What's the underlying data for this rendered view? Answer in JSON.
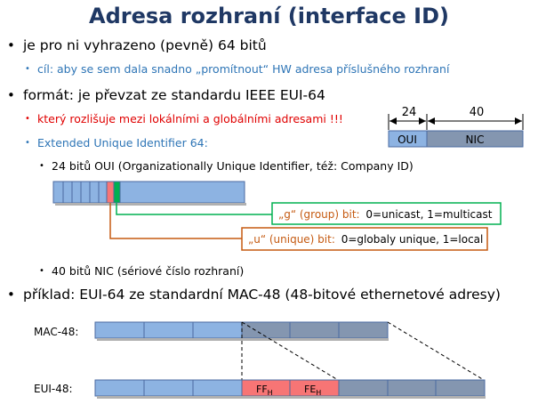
{
  "title": "Adresa rozhraní (interface ID)",
  "colors": {
    "title": "#1f3864",
    "sub_blue": "#2e75b6",
    "sub_red": "#e00000",
    "cell_blue": "#8db3e2",
    "cell_grey": "#8496b0",
    "cell_red": "#f77575",
    "g_green": "#00b050",
    "u_orange": "#c55a11"
  },
  "bullets": {
    "b1": "je pro ni vyhrazeno (pevně) 64 bitů",
    "b1_sub": "cíl: aby se sem dala snadno „promítnout“ HW adresa příslušného rozhraní",
    "b2": "formát: je převzat ze standardu IEEE EUI-64",
    "b2_sub_red": "který rozlišuje mezi lokálními a globálními adresami !!!",
    "b2_sub_blue": "Extended Unique Identifier 64:",
    "b2_sub_sub": "24 bitů OUI (Organizationally Unique Identifier, též: Company ID)",
    "b2_nic": "40 bitů NIC (sériové číslo rozhraní)",
    "b3": "příklad: EUI-64 ze standardní MAC-48 (48-bitové ethernetové adresy)"
  },
  "eui_box": {
    "oui_bits": "24",
    "nic_bits": "40",
    "oui_label": "OUI",
    "nic_label": "NIC"
  },
  "g_bit": {
    "name": "„g“ (group) bit:",
    "desc": "0=unicast, 1=multicast"
  },
  "u_bit": {
    "name": "„u“ (unique) bit:",
    "desc": "0=globaly unique, 1=local"
  },
  "mac": {
    "mac_label": "MAC-48:",
    "eui_label": "EUI-48:",
    "ff_main": "FF",
    "ff_sub": "H",
    "fe_main": "FE",
    "fe_sub": "H"
  }
}
